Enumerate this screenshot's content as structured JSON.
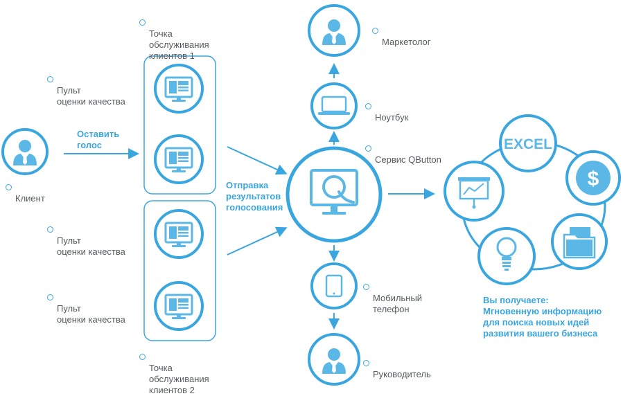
{
  "colors": {
    "accent": "#3aa6df",
    "text": "#555a5f",
    "icon_fill": "#5bb8e6"
  },
  "labels": {
    "client": "Клиент",
    "vote": "Оставить\nголос",
    "point1": "Точка\nобслуживания\nклиентов 1",
    "point2": "Точка\nобслуживания\nклиентов 2",
    "remote1": "Пульт\nоценки качества",
    "remote2": "Пульт\nоценки качества",
    "remote3": "Пульт\nоценки качества",
    "send_results": "Отправка\nрезультатов\nголосования",
    "service": "Сервис QButton",
    "marketer": "Маркетолог",
    "laptop": "Ноутбук",
    "mobile": "Мобильный\nтелефон",
    "manager": "Руководитель",
    "benefit": "Вы получаете:\nМгновенную информацию\nдля поиска новых идей\nразвития вашего бизнеса",
    "excel": "EXCEL",
    "dollar": "$"
  },
  "icons": [
    "person-icon",
    "monitor-icon",
    "laptop-icon",
    "tablet-icon",
    "presentation-icon",
    "dollar-icon",
    "folder-icon",
    "lightbulb-icon",
    "logo-q-icon"
  ]
}
